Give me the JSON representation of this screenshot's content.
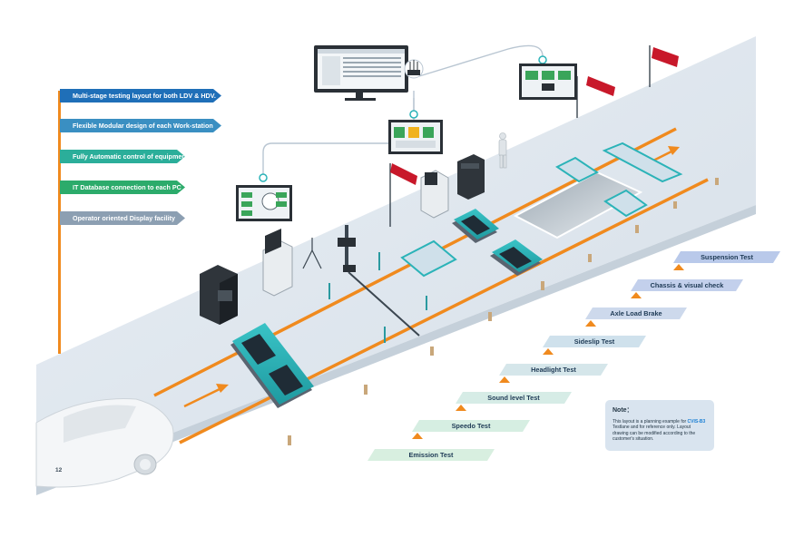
{
  "features": [
    {
      "label": "Multi-stage testing layout for both LDV & HDV.",
      "color": "#1f6fb8"
    },
    {
      "label": "Flexible Modular design of each Work-station",
      "color": "#3a8fc2"
    },
    {
      "label": "Fully Automatic control of equipment",
      "color": "#2bae9a"
    },
    {
      "label": "IT Database connection to each PC",
      "color": "#2cab6b"
    },
    {
      "label": "Operator oriented Display facility",
      "color": "#8c9fb2"
    }
  ],
  "test_stages": [
    {
      "label": "Suspension Test",
      "color": "#b9c9ea"
    },
    {
      "label": "Chassis & visual check",
      "color": "#c3d0ec"
    },
    {
      "label": "Axle Load Brake",
      "color": "#cdd9ec"
    },
    {
      "label": "Sideslip Test",
      "color": "#cfe1ec"
    },
    {
      "label": "Headlight Test",
      "color": "#d5e6ea"
    },
    {
      "label": "Sound level Test",
      "color": "#d6ece6"
    },
    {
      "label": "Speedo Test",
      "color": "#d6eee2"
    },
    {
      "label": "Emission Test",
      "color": "#d8efe0"
    }
  ],
  "note": {
    "title": "Note：",
    "line1_pre": "This layout is a planning example for ",
    "line1_highlight": "CVIS-B3",
    "line1_post": " Testlane and for reference only. Layout drawing can be modified according to the customer's situation."
  },
  "page_number": "12",
  "colors": {
    "accent_orange": "#f08a1e",
    "plate_teal": "#2bb3b8",
    "lane_surface": "#dfe7ef"
  },
  "icons": [
    "monitor-icon",
    "router-icon",
    "display-screen-icon",
    "flag-icon",
    "car-icon",
    "person-icon",
    "cabinet-icon",
    "direction-arrow-icon"
  ]
}
